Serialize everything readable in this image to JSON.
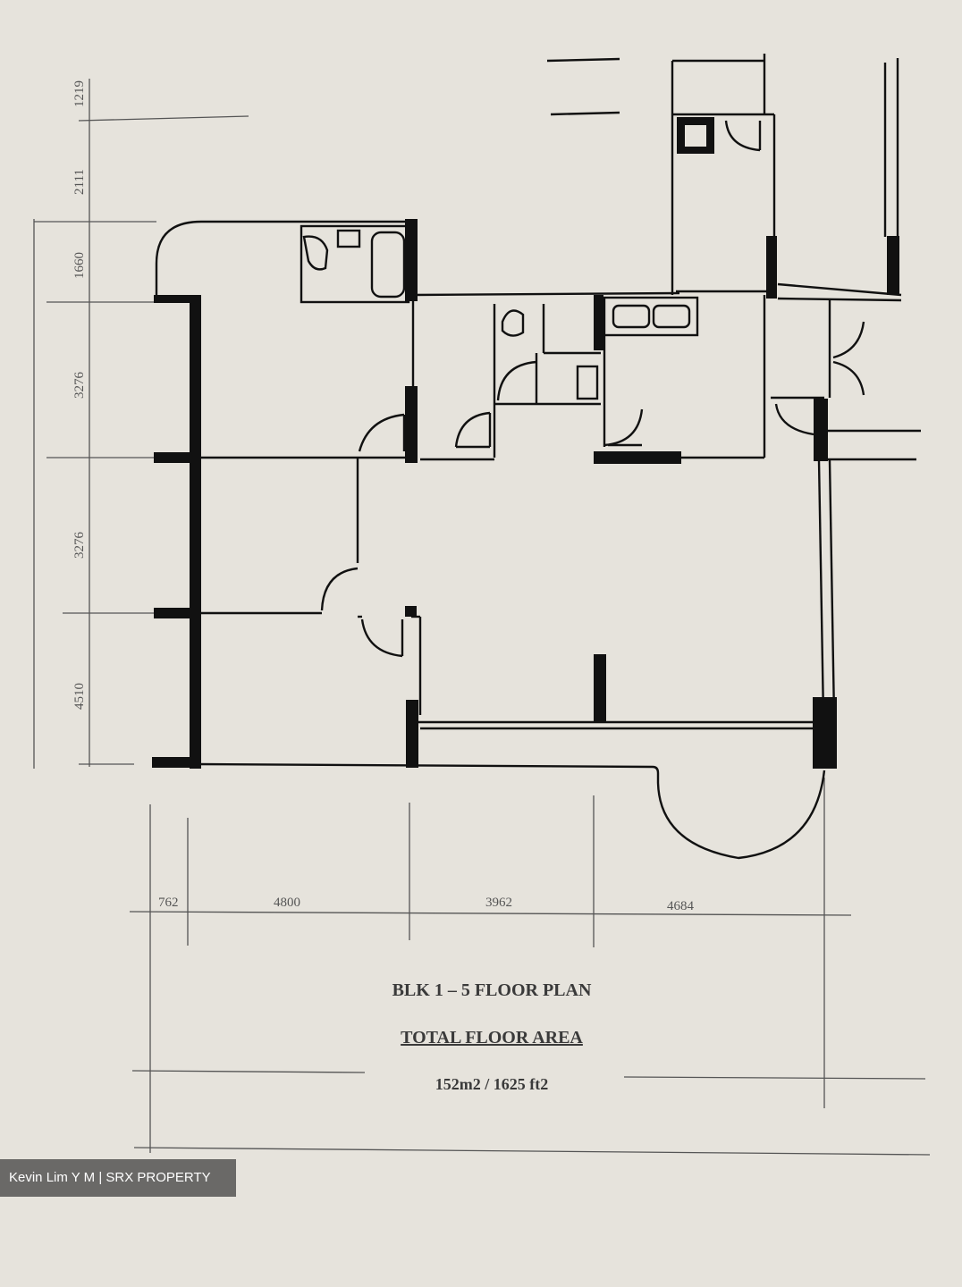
{
  "plan": {
    "title": "BLK 1 – 5 FLOOR PLAN",
    "area_label": "TOTAL FLOOR AREA",
    "area_value": "152m2 / 1625 ft2",
    "dimensions": {
      "left": [
        "1219",
        "2111",
        "1660",
        "3276",
        "3276",
        "4510"
      ],
      "bottom": [
        "762",
        "4800",
        "3962",
        "4684"
      ]
    }
  },
  "watermark": "Kevin Lim Y M | SRX PROPERTY",
  "colors": {
    "paper": "#e6e3dc",
    "ink": "#111111",
    "dim_ink": "#555555"
  }
}
